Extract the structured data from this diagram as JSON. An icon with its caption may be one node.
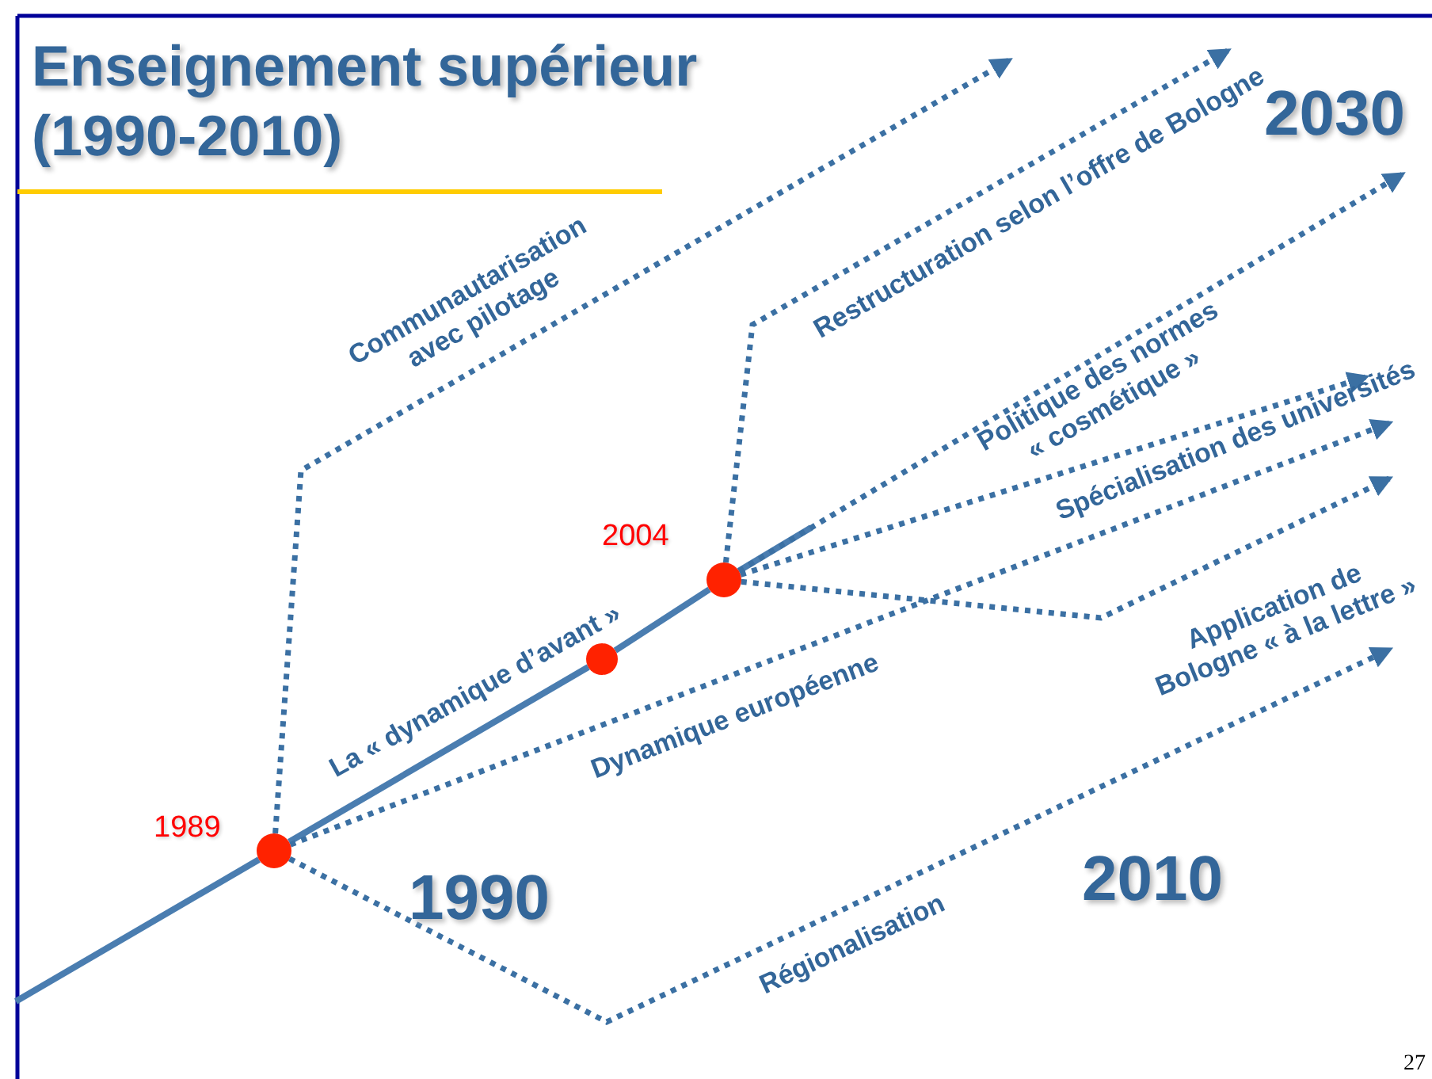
{
  "diagram": {
    "title": "Enseignement supérieur (1990-2010)",
    "nodes": [
      {
        "text": [],
        "shape": "circle",
        "beside": [
          "1989"
        ]
      },
      {
        "text": [],
        "shape": "circle"
      },
      {
        "text": [],
        "shape": "circle",
        "beside": [
          "2004"
        ]
      }
    ],
    "edges": [
      {
        "from": null,
        "to": 0,
        "arrow": "none"
      },
      {
        "from": 0,
        "to": 1,
        "arrow": "none",
        "label": "La « dynamique d’avant »"
      },
      {
        "from": 1,
        "to": 2,
        "arrow": "none"
      },
      {
        "from": 2,
        "to": null,
        "arrow": "none"
      },
      {
        "from": 0,
        "to": null,
        "arrow": "to",
        "style": "dashed",
        "label": "Communautarisation avec pilotage"
      },
      {
        "from": 0,
        "to": null,
        "arrow": "to",
        "style": "dashed",
        "label": "Dynamique européenne"
      },
      {
        "from": 0,
        "to": null,
        "arrow": "to",
        "style": "dashed",
        "label": "Régionalisation"
      },
      {
        "from": 2,
        "to": null,
        "arrow": "to",
        "style": "dashed",
        "label": "Restructuration selon l’offre de Bologne"
      },
      {
        "from": 2,
        "to": null,
        "arrow": "to",
        "style": "dashed",
        "label": "Politique des normes « cosmétique »"
      },
      {
        "from": 2,
        "to": null,
        "arrow": "to",
        "style": "dashed",
        "label": "Spécialisation des universités"
      },
      {
        "from": 2,
        "to": null,
        "arrow": "to",
        "style": "dashed",
        "label": "Application de Bologne « à la lettre »"
      }
    ],
    "labels": [
      "2030",
      "1990",
      "2010",
      "27"
    ]
  }
}
